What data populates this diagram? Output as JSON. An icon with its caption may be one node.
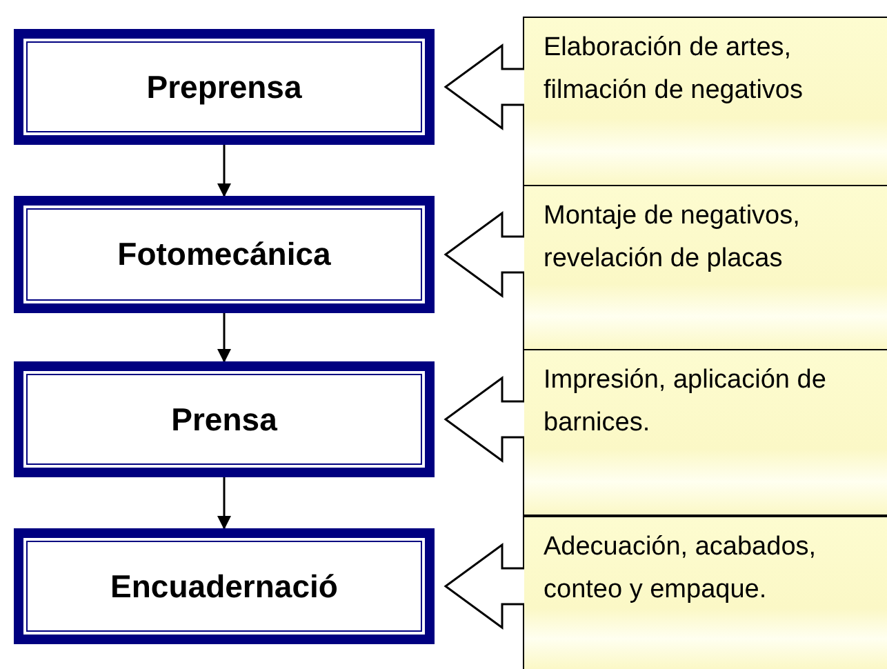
{
  "diagram": {
    "nodes": [
      {
        "text": [
          "Preprensa"
        ]
      },
      {
        "text": [
          "Elaboración de artes, filmación de negativos"
        ]
      },
      {
        "text": [
          "Fotomecánica"
        ]
      },
      {
        "text": [
          "Montaje de negativos, revelación de placas"
        ]
      },
      {
        "text": [
          "Prensa"
        ]
      },
      {
        "text": [
          "Impresión, aplicación de barnices."
        ]
      },
      {
        "text": [
          "Encuadernació"
        ]
      },
      {
        "text": [
          "Adecuación, acabados, conteo y empaque."
        ]
      }
    ],
    "edges": [
      {
        "from": 0,
        "to": 2,
        "arrow": "to"
      },
      {
        "from": 2,
        "to": 4,
        "arrow": "to"
      },
      {
        "from": 4,
        "to": 6,
        "arrow": "to"
      },
      {
        "from": 1,
        "to": 0,
        "arrow": "to",
        "style": "thick"
      },
      {
        "from": 3,
        "to": 2,
        "arrow": "to",
        "style": "thick"
      },
      {
        "from": 5,
        "to": 4,
        "arrow": "to",
        "style": "thick"
      },
      {
        "from": 7,
        "to": 6,
        "arrow": "to",
        "style": "thick"
      }
    ]
  }
}
